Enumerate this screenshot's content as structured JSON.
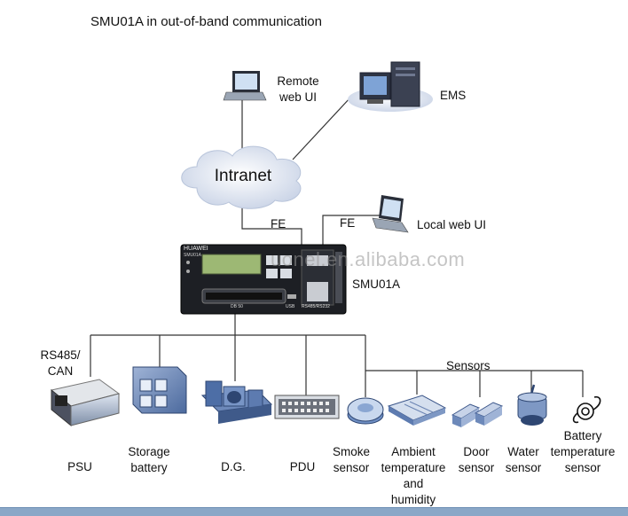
{
  "title": "SMU01A in out-of-band communication",
  "nodes": {
    "remote_web_ui": "Remote\nweb UI",
    "ems": "EMS",
    "intranet": "Intranet",
    "local_web_ui": "Local web UI",
    "smu01a": "SMU01A",
    "sensors": "Sensors",
    "rs485_can": "RS485/\nCAN",
    "psu": "PSU",
    "storage_battery": "Storage\nbattery",
    "dg": "D.G.",
    "pdu": "PDU",
    "smoke_sensor": "Smoke\nsensor",
    "ambient_sensor": "Ambient\ntemperature\nand\nhumidity",
    "door_sensor": "Door\nsensor",
    "water_sensor": "Water\nsensor",
    "battery_temp_sensor": "Battery\ntemperature\nsensor"
  },
  "links": {
    "fe_intranet": "FE",
    "fe_local": "FE"
  },
  "device": {
    "brand": "HUAWEI",
    "model": "SMU01A",
    "port_db50": "DB 50",
    "port_usb": "USB",
    "port_rs485": "RS485/RS232"
  },
  "watermark": "uonel.en.alibaba.com"
}
